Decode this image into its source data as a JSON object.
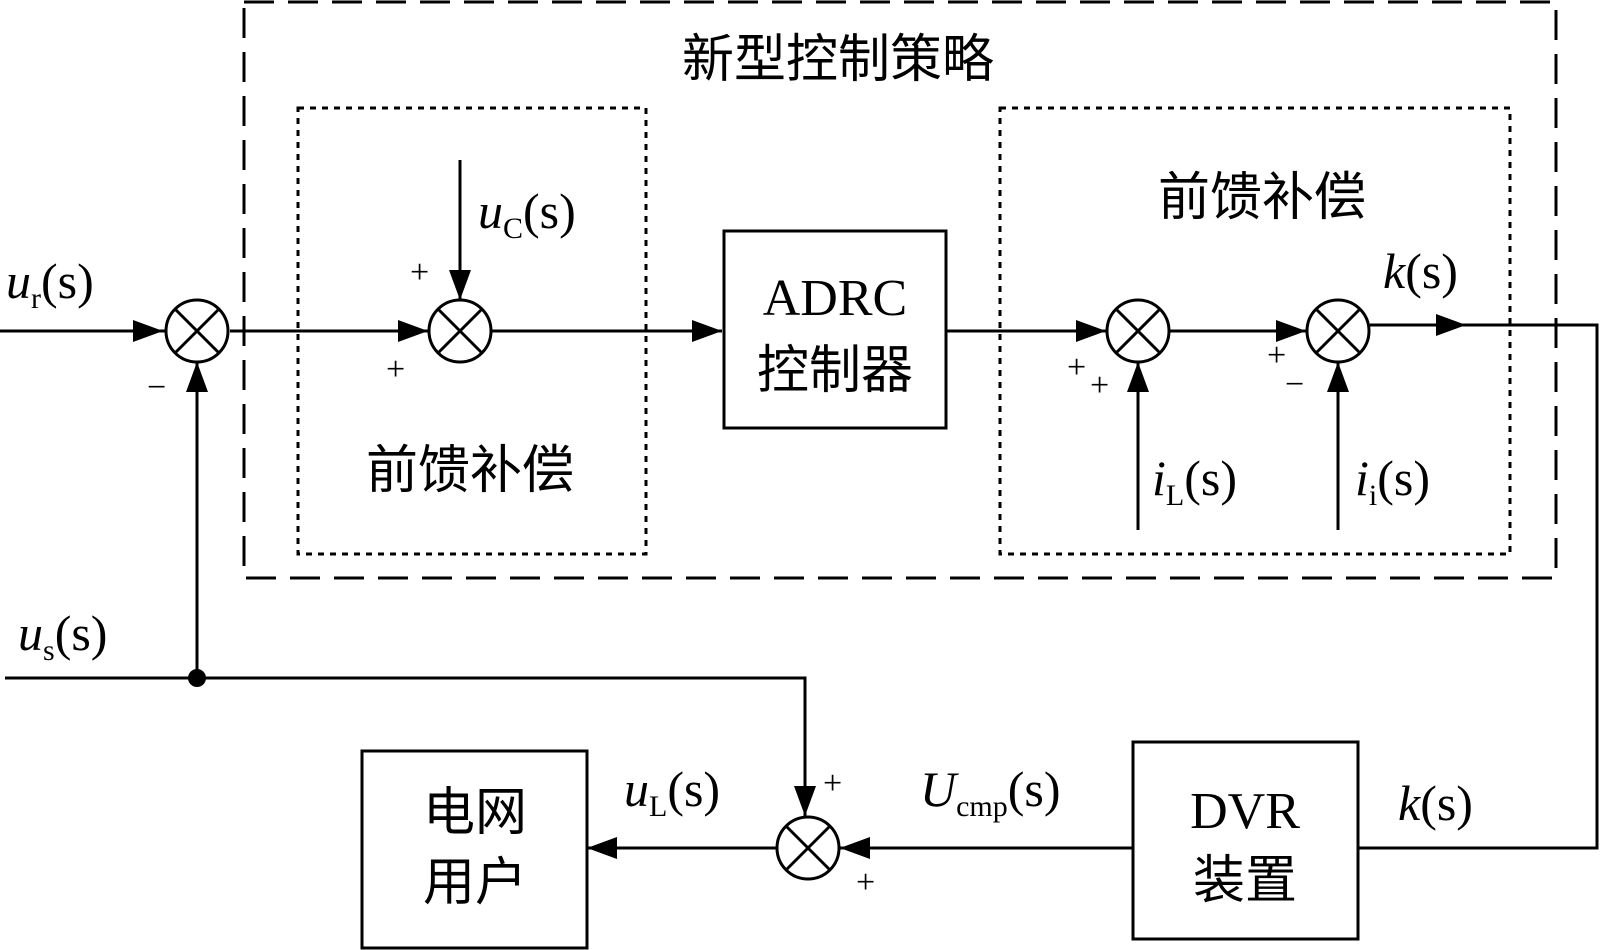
{
  "strategy_title": "新型控制策略",
  "ff_left_label": "前馈补偿",
  "ff_right_label": "前馈补偿",
  "adrc_line1": "ADRC",
  "adrc_line2": "控制器",
  "dvr_line1": "DVR",
  "dvr_line2": "装置",
  "grid_line1": "电网",
  "grid_line2": "用户",
  "signals": {
    "ur": {
      "base": "u",
      "sub": "r",
      "arg": "(s)"
    },
    "uc": {
      "base": "u",
      "sub": "C",
      "arg": "(s)"
    },
    "us": {
      "base": "u",
      "sub": "s",
      "arg": "(s)"
    },
    "uL": {
      "base": "u",
      "sub": "L",
      "arg": "(s)"
    },
    "ucmp": {
      "base": "U",
      "sub": "cmp",
      "arg": "(s)"
    },
    "iL": {
      "base": "i",
      "sub": "L",
      "arg": "(s)"
    },
    "ii": {
      "base": "i",
      "sub": "i",
      "arg": "(s)"
    },
    "k_top": {
      "base": "k",
      "sub": "",
      "arg": "(s)"
    },
    "k_right": {
      "base": "k",
      "sub": "",
      "arg": "(s)"
    }
  },
  "signs": {
    "s1_minus": "−",
    "s2_plus_top": "+",
    "s2_plus_left": "+",
    "s3_plus_a": "+",
    "s3_plus_b": "+",
    "s4_plus": "+",
    "s4_minus": "−",
    "s5_plus_top": "+",
    "s5_plus_bottom": "+"
  }
}
